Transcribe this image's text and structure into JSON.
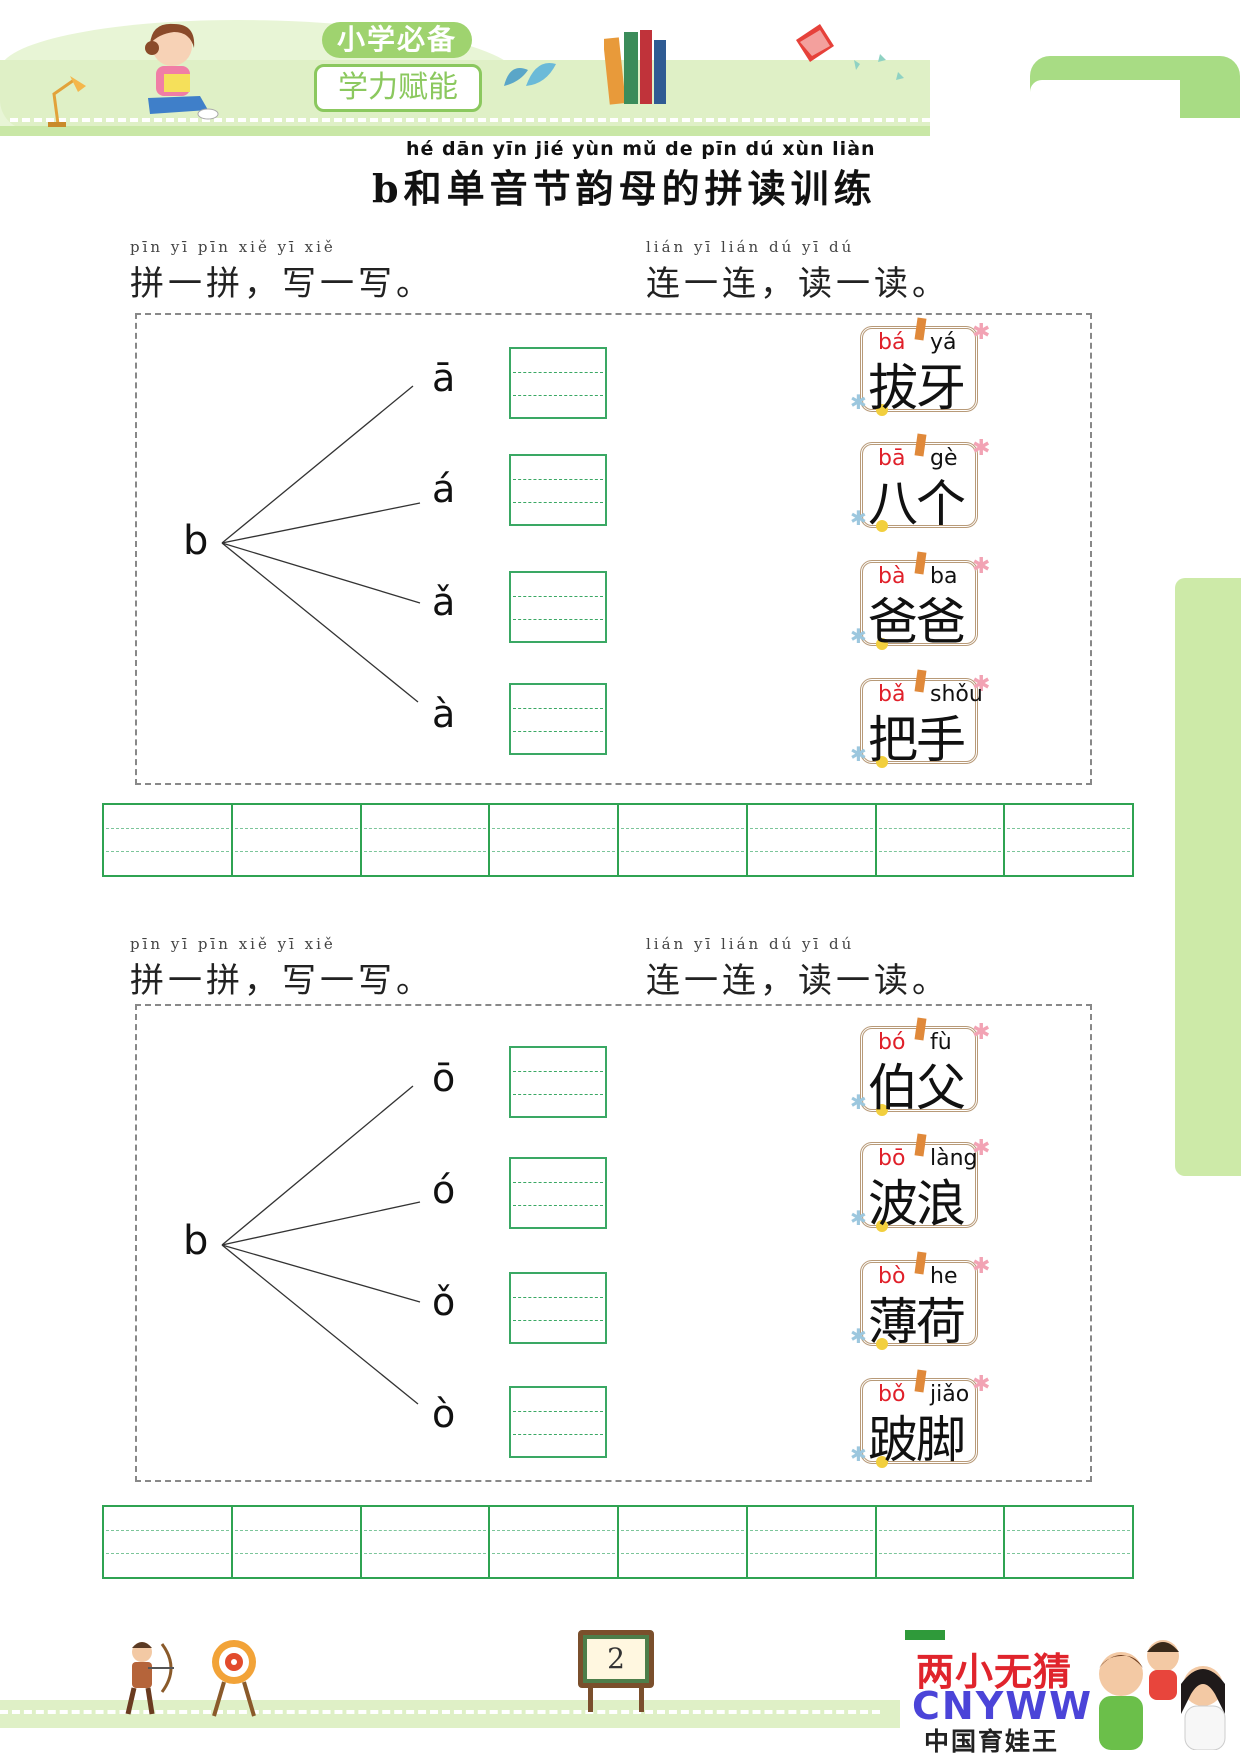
{
  "header": {
    "badge_top": "小学必备",
    "badge_bottom": "学力赋能",
    "title_pinyin": "hé dān yīn jié yùn mǔ de pīn dú xùn liàn",
    "title": "b和单音节韵母的拼读训练"
  },
  "sections": [
    {
      "left_instruction": {
        "pinyin": "pīn yī pīn   xiě yī xiě",
        "text": "拼一拼，写一写。"
      },
      "right_instruction": {
        "pinyin": "lián yī lián   dú yī dú",
        "text": "连一连，读一读。"
      },
      "initial": "b",
      "finals": [
        "ā",
        "á",
        "ǎ",
        "à"
      ],
      "cards": [
        {
          "py1": "bá",
          "py2": "yá",
          "hanzi": "拔牙"
        },
        {
          "py1": "bā",
          "py2": "gè",
          "hanzi": "八个"
        },
        {
          "py1": "bà",
          "py2": "ba",
          "hanzi": "爸爸"
        },
        {
          "py1": "bǎ",
          "py2": "shǒu",
          "hanzi": "把手"
        }
      ]
    },
    {
      "left_instruction": {
        "pinyin": "pīn yī pīn   xiě yī xiě",
        "text": "拼一拼，写一写。"
      },
      "right_instruction": {
        "pinyin": "lián yī lián   dú yī dú",
        "text": "连一连，读一读。"
      },
      "initial": "b",
      "finals": [
        "ō",
        "ó",
        "ǒ",
        "ò"
      ],
      "cards": [
        {
          "py1": "bó",
          "py2": "fù",
          "hanzi": "伯父"
        },
        {
          "py1": "bō",
          "py2": "làng",
          "hanzi": "波浪"
        },
        {
          "py1": "bò",
          "py2": "he",
          "hanzi": "薄荷"
        },
        {
          "py1": "bǒ",
          "py2": "jiǎo",
          "hanzi": "跛脚"
        }
      ]
    }
  ],
  "footer": {
    "page_number": "2"
  },
  "watermark": {
    "line1": "两小无猜",
    "line2": "CNYWW",
    "line3": "中国育娃王"
  },
  "colors": {
    "accent_green": "#2fa352",
    "header_green": "#9fd36f",
    "pinyin_red": "#e0202a"
  }
}
